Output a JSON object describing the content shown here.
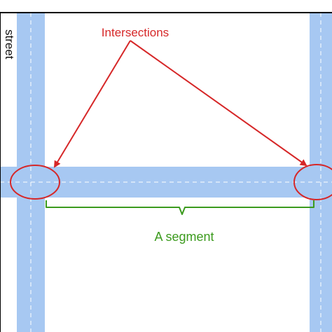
{
  "diagram": {
    "labels": {
      "street": "street",
      "intersections": "Intersections",
      "segment": "A segment"
    },
    "colors": {
      "road": "#a7c8f2",
      "lane_line": "#ffffff",
      "intersection_annotation": "#d62728",
      "segment_annotation": "#3c9b1e",
      "frame": "#000000",
      "label_text": "#111111"
    },
    "roads": [
      "vertical-street-left",
      "vertical-street-right",
      "horizontal-street"
    ],
    "intersection_count": 2
  }
}
